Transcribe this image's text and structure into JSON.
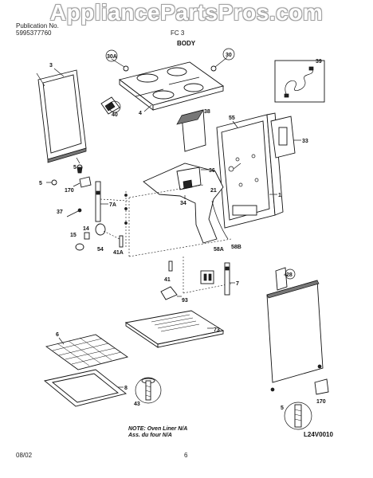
{
  "watermark": "AppliancePartsPros.com",
  "header": {
    "left_line1": "Publication No.",
    "left_line2": "5995377760",
    "center": "FC 3",
    "title": "BODY"
  },
  "callouts": [
    "3",
    "30A",
    "30",
    "39",
    "4",
    "40",
    "38",
    "55",
    "33",
    "5",
    "5",
    "170",
    "36",
    "21",
    "1",
    "37",
    "7A",
    "34",
    "14",
    "15",
    "54",
    "41A",
    "58A",
    "58B",
    "28",
    "41",
    "7",
    "93",
    "6",
    "73",
    "8",
    "43",
    "5",
    "170"
  ],
  "note": {
    "line1": "NOTE: Oven Liner N/A",
    "line2": "Ass. du four N/A"
  },
  "diagram_code": "L24V0010",
  "footer": {
    "date": "08/02",
    "page": "6"
  }
}
